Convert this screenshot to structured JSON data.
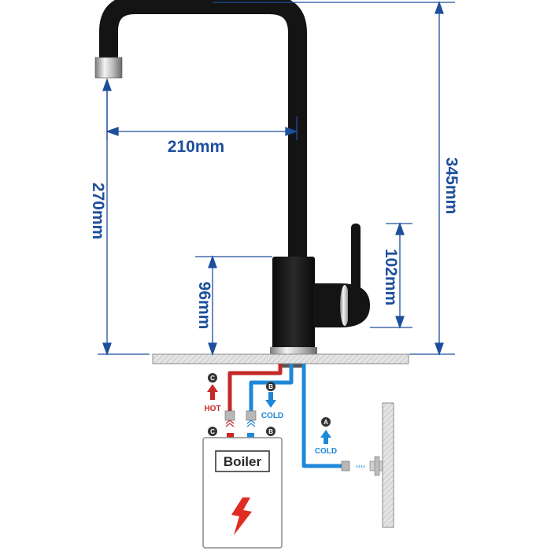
{
  "dimensions": {
    "spout_reach": "210mm",
    "spout_height": "270mm",
    "total_height": "345mm",
    "base_height": "96mm",
    "lever_height": "102mm"
  },
  "connections": {
    "hot_label": "HOT",
    "cold_label_b": "COLD",
    "cold_label_a": "COLD",
    "badge_a": "A",
    "badge_b": "B",
    "badge_c": "C"
  },
  "boiler": {
    "label": "Boiler"
  },
  "colors": {
    "dimension": "#1d4f9c",
    "hot": "#c62828",
    "cold": "#1e88d8",
    "faucet": "#141414"
  }
}
